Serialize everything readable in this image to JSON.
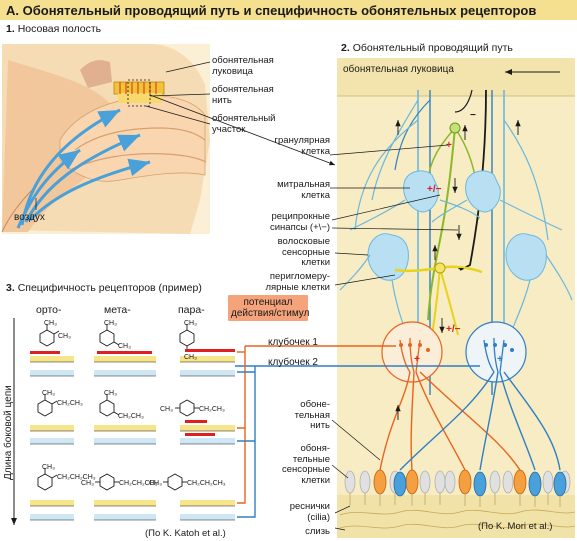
{
  "title": "А. Обонятельный проводящий путь и специфичность обонятельных рецепторов",
  "panel1": {
    "num": "1.",
    "heading": "Носовая полость",
    "labels": {
      "bulb": [
        "обонятельная",
        "луковица"
      ],
      "nerve": [
        "обонятельная",
        "нить"
      ],
      "area": [
        "обонятельный",
        "участок"
      ],
      "air": "воздух"
    }
  },
  "panel2": {
    "num": "2.",
    "heading": "Обонятельный проводящий путь",
    "bulb_label": "обонятельная луковица",
    "labels": {
      "granular": [
        "гранулярная",
        "клетка"
      ],
      "mitral": [
        "митральная",
        "клетка"
      ],
      "reciprocal": [
        "реципрокные",
        "синапсы (+\\−)"
      ],
      "tufted": [
        "волосковые",
        "сенсорные",
        "клетки"
      ],
      "periglomerular": [
        "перигломеру-",
        "лярные клетки"
      ],
      "glom1": "клубочек 1",
      "glom2": "клубочек 2",
      "nerve": [
        "обоне-",
        "тельная",
        "нить"
      ],
      "sensory": [
        "обоня-",
        "тельные",
        "сенсорные",
        "клетки"
      ],
      "cilia": [
        "реснички",
        "(cilia)"
      ],
      "mucus": "слизь"
    },
    "source": "(По K. Mori et al.)",
    "colors": {
      "bg": "#f7ecc3",
      "blue": "#2f7fc4",
      "orange": "#e8641e",
      "yellow": "#e9d21a",
      "neuron": "#b9e0f2"
    }
  },
  "panel3": {
    "num": "3.",
    "heading": "Специфичность рецепторов (пример)",
    "columns": [
      "орто-",
      "мета-",
      "пара-"
    ],
    "legend": [
      "потенциал",
      "действия/стимул"
    ],
    "axis_label": "Длина боковой цепи",
    "source": "(По K. Katoh et al.)",
    "rows": [
      {
        "ortho": "CH₃ / CH₃",
        "meta": "CH₃ / CH₃",
        "para": "CH₃ / CH₃"
      },
      {
        "ortho": "CH₃ / CH₂CH₃",
        "meta": "CH₃ / CH₂CH₃",
        "para": "CH₃ / CH₂CH₃"
      },
      {
        "ortho": "CH₃ / CH₂CH₂CH₃",
        "meta": "CH₃ / CH₂CH₂CH₃",
        "para": "CH₃ / CH₂CH₂CH₃"
      }
    ]
  },
  "chem": {
    "ch3": "CH₃",
    "c2": "CH₂CH₃",
    "c3": "CH₂CH₂CH₃"
  }
}
